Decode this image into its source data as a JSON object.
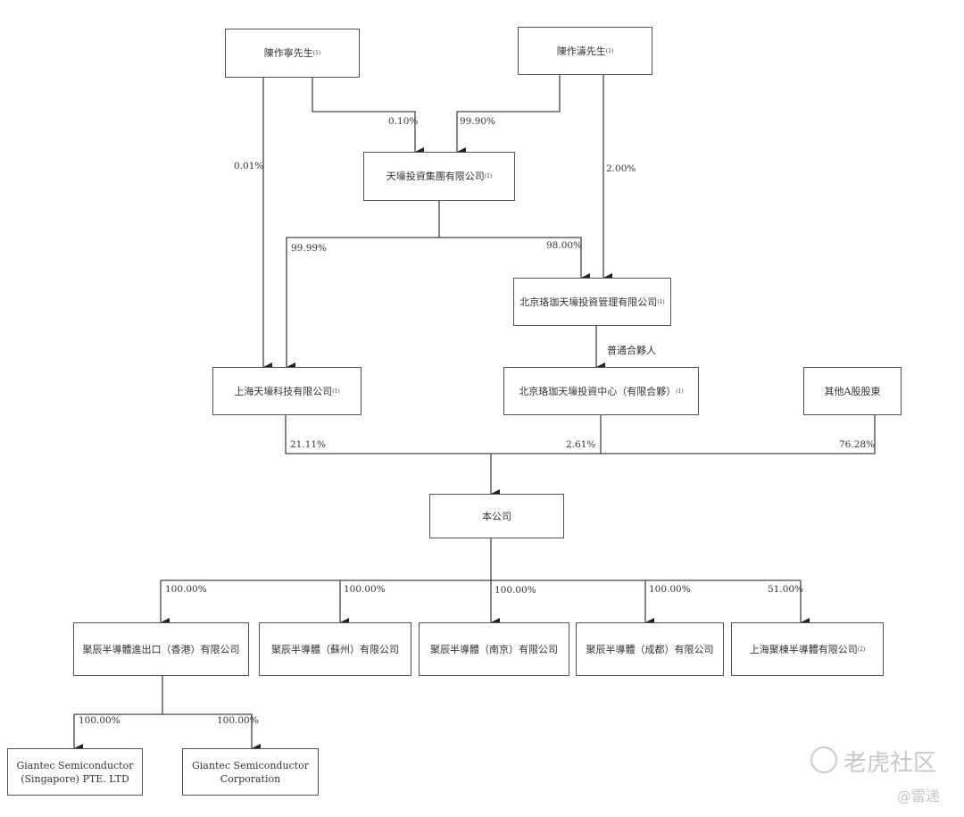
{
  "entities": {
    "chen_zuoning": {
      "name": "陳作寧先生",
      "note": "(1)"
    },
    "chen_zuotao": {
      "name": "陳作濤先生",
      "note": "(1)"
    },
    "tianhao_group": {
      "name": "天壕投資集團有限公司",
      "note": "(1)"
    },
    "luojia_mgmt": {
      "name": "北京珞珈天壕投資管理有限公司",
      "note": "(1)"
    },
    "shanghai_tianhao": {
      "name": "上海天壕科技有限公司",
      "note": "(1)"
    },
    "luojia_center": {
      "name": "北京珞珈天壕投資中心（有限合夥）",
      "note": "(1)"
    },
    "other_a_shareholders": {
      "name": "其他A股股東"
    },
    "company": {
      "name": "本公司"
    },
    "sub_hk": {
      "name": "聚辰半導體進出口（香港）有限公司"
    },
    "sub_suzhou": {
      "name": "聚辰半導體（蘇州）有限公司"
    },
    "sub_nanjing": {
      "name": "聚辰半導體（南京）有限公司"
    },
    "sub_chengdu": {
      "name": "聚辰半導體（成都）有限公司"
    },
    "sub_shanghai": {
      "name": "上海聚棟半導體有限公司",
      "note": "(2)"
    },
    "giantec_sg": {
      "line1": "Giantec Semiconductor",
      "line2": "(Singapore) PTE. LTD"
    },
    "giantec_corp": {
      "line1": "Giantec Semiconductor",
      "line2": "Corporation"
    }
  },
  "edges": {
    "zn_to_shanghai": "0.01%",
    "zn_to_group": "0.10%",
    "zt_to_group": "99.90%",
    "zt_to_mgmt": "2.00%",
    "group_to_shanghai": "99.99%",
    "group_to_mgmt": "98.00%",
    "mgmt_to_center": "普通合夥人",
    "shanghai_to_company": "21.11%",
    "center_to_company": "2.61%",
    "other_to_company": "76.28%",
    "company_to_hk": "100.00%",
    "company_to_suzhou": "100.00%",
    "company_to_nanjing": "100.00%",
    "company_to_chengdu": "100.00%",
    "company_to_shanghai_sub": "51.00%",
    "hk_to_sg": "100.00%",
    "hk_to_corp": "100.00%"
  },
  "watermark": {
    "brand": "老虎社区",
    "author": "@雷递"
  },
  "colors": {
    "line": "#333333",
    "box_border": "#555555"
  }
}
